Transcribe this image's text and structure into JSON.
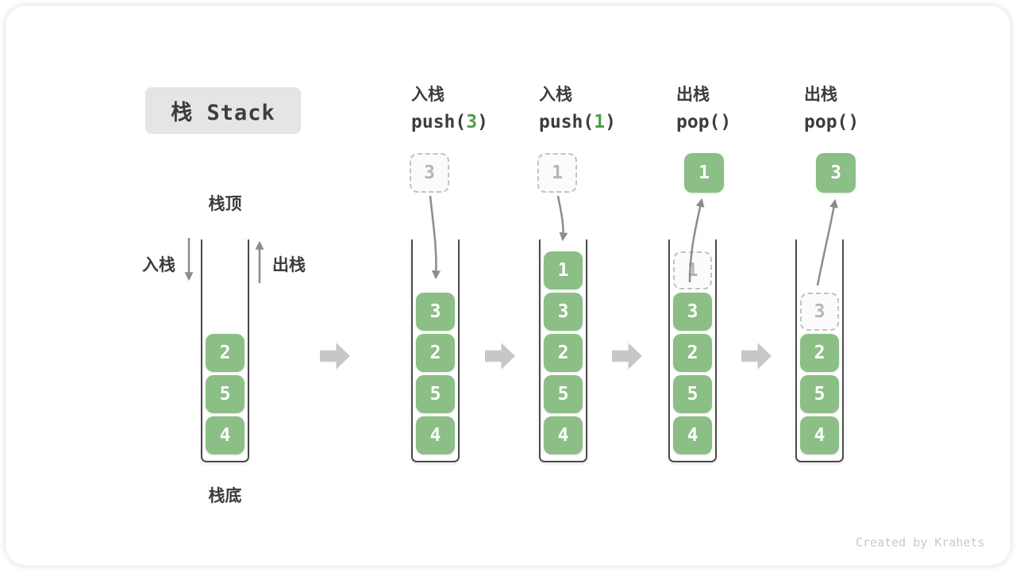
{
  "title": "栈 Stack",
  "footer": "Created by Krahets",
  "static_labels": {
    "stack_top": "栈顶",
    "stack_bottom": "栈底",
    "push_label": "入栈",
    "pop_label": "出栈"
  },
  "colors": {
    "box_green": "#8bbf85",
    "code_green": "#4f9e48",
    "arrow_gray": "#8c8c8c",
    "block_arrow_gray": "#c7c7c7",
    "text_dark": "#3c3c3c",
    "ghost_gray": "#b5b5b5",
    "title_bg": "#e5e5e5"
  },
  "columns": [
    {
      "stack": [
        "2",
        "5",
        "4"
      ]
    },
    {
      "op_cn": "入栈",
      "code_prefix": "push(",
      "code_arg": "3",
      "code_suffix": ")",
      "floating_value": "3",
      "stack": [
        "3",
        "2",
        "5",
        "4"
      ]
    },
    {
      "op_cn": "入栈",
      "code_prefix": "push(",
      "code_arg": "1",
      "code_suffix": ")",
      "floating_value": "1",
      "stack": [
        "1",
        "3",
        "2",
        "5",
        "4"
      ]
    },
    {
      "op_cn": "出栈",
      "code_prefix": "pop(",
      "code_arg": "",
      "code_suffix": ")",
      "floating_value": "1",
      "ghost_value": "1",
      "stack": [
        "3",
        "2",
        "5",
        "4"
      ]
    },
    {
      "op_cn": "出栈",
      "code_prefix": "pop(",
      "code_arg": "",
      "code_suffix": ")",
      "floating_value": "3",
      "ghost_value": "3",
      "stack": [
        "2",
        "5",
        "4"
      ]
    }
  ]
}
